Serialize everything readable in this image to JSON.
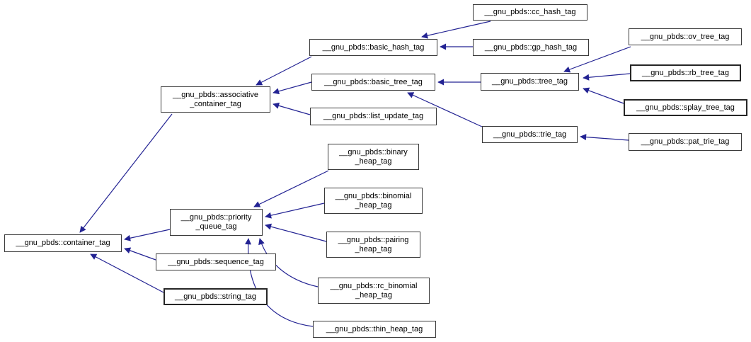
{
  "diagram": {
    "type": "inheritance-graph",
    "nodes": [
      {
        "id": "container_tag",
        "line1": "__gnu_pbds::container_tag"
      },
      {
        "id": "associative_container_tag",
        "line1": "__gnu_pbds::associative",
        "line2": "_container_tag"
      },
      {
        "id": "basic_hash_tag",
        "line1": "__gnu_pbds::basic_hash_tag"
      },
      {
        "id": "cc_hash_tag",
        "line1": "__gnu_pbds::cc_hash_tag"
      },
      {
        "id": "gp_hash_tag",
        "line1": "__gnu_pbds::gp_hash_tag"
      },
      {
        "id": "basic_tree_tag",
        "line1": "__gnu_pbds::basic_tree_tag"
      },
      {
        "id": "tree_tag",
        "line1": "__gnu_pbds::tree_tag"
      },
      {
        "id": "ov_tree_tag",
        "line1": "__gnu_pbds::ov_tree_tag"
      },
      {
        "id": "rb_tree_tag",
        "line1": "__gnu_pbds::rb_tree_tag"
      },
      {
        "id": "splay_tree_tag",
        "line1": "__gnu_pbds::splay_tree_tag"
      },
      {
        "id": "trie_tag",
        "line1": "__gnu_pbds::trie_tag"
      },
      {
        "id": "pat_trie_tag",
        "line1": "__gnu_pbds::pat_trie_tag"
      },
      {
        "id": "list_update_tag",
        "line1": "__gnu_pbds::list_update_tag"
      },
      {
        "id": "priority_queue_tag",
        "line1": "__gnu_pbds::priority",
        "line2": "_queue_tag"
      },
      {
        "id": "binary_heap_tag",
        "line1": "__gnu_pbds::binary",
        "line2": "_heap_tag"
      },
      {
        "id": "binomial_heap_tag",
        "line1": "__gnu_pbds::binomial",
        "line2": "_heap_tag"
      },
      {
        "id": "pairing_heap_tag",
        "line1": "__gnu_pbds::pairing",
        "line2": "_heap_tag"
      },
      {
        "id": "rc_binomial_heap_tag",
        "line1": "__gnu_pbds::rc_binomial",
        "line2": "_heap_tag"
      },
      {
        "id": "thin_heap_tag",
        "line1": "__gnu_pbds::thin_heap_tag"
      },
      {
        "id": "sequence_tag",
        "line1": "__gnu_pbds::sequence_tag"
      },
      {
        "id": "string_tag",
        "line1": "__gnu_pbds::string_tag"
      }
    ],
    "edges": [
      {
        "from": "cc_hash_tag",
        "to": "basic_hash_tag"
      },
      {
        "from": "gp_hash_tag",
        "to": "basic_hash_tag"
      },
      {
        "from": "basic_hash_tag",
        "to": "associative_container_tag"
      },
      {
        "from": "basic_tree_tag",
        "to": "associative_container_tag"
      },
      {
        "from": "list_update_tag",
        "to": "associative_container_tag"
      },
      {
        "from": "tree_tag",
        "to": "basic_tree_tag"
      },
      {
        "from": "trie_tag",
        "to": "basic_tree_tag"
      },
      {
        "from": "ov_tree_tag",
        "to": "tree_tag"
      },
      {
        "from": "rb_tree_tag",
        "to": "tree_tag"
      },
      {
        "from": "splay_tree_tag",
        "to": "tree_tag"
      },
      {
        "from": "pat_trie_tag",
        "to": "trie_tag"
      },
      {
        "from": "associative_container_tag",
        "to": "container_tag"
      },
      {
        "from": "priority_queue_tag",
        "to": "container_tag"
      },
      {
        "from": "sequence_tag",
        "to": "container_tag"
      },
      {
        "from": "string_tag",
        "to": "container_tag"
      },
      {
        "from": "binary_heap_tag",
        "to": "priority_queue_tag"
      },
      {
        "from": "binomial_heap_tag",
        "to": "priority_queue_tag"
      },
      {
        "from": "pairing_heap_tag",
        "to": "priority_queue_tag"
      },
      {
        "from": "rc_binomial_heap_tag",
        "to": "priority_queue_tag"
      },
      {
        "from": "thin_heap_tag",
        "to": "priority_queue_tag"
      }
    ]
  },
  "colors": {
    "arrow": "#232393",
    "box_border": "#3a3a3a",
    "box_fill": "#ffffff",
    "text": "#000000",
    "background": "#ffffff"
  }
}
